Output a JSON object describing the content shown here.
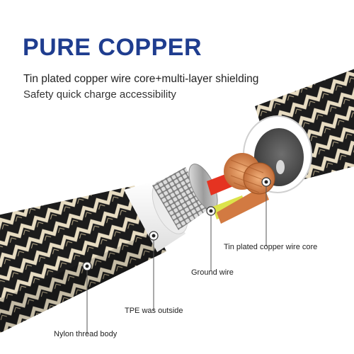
{
  "headline": "PURE COPPER",
  "feature_lines": [
    "Tin plated copper wire core+multi-layer shielding",
    "Safety quick charge accessibility"
  ],
  "callouts": {
    "core": "Tin plated copper wire core",
    "ground": "Ground wire",
    "tpe": "TPE was outside",
    "nylon": "Nylon thread body"
  },
  "colors": {
    "headline": "#1f3d8f",
    "braid_dark": "#1c1c1c",
    "braid_light": "#e7dcc2",
    "copper": "#d27a42",
    "wire_red": "#e53321",
    "wire_yellow": "#dce34b",
    "tpe_white": "#f4f4f4"
  }
}
